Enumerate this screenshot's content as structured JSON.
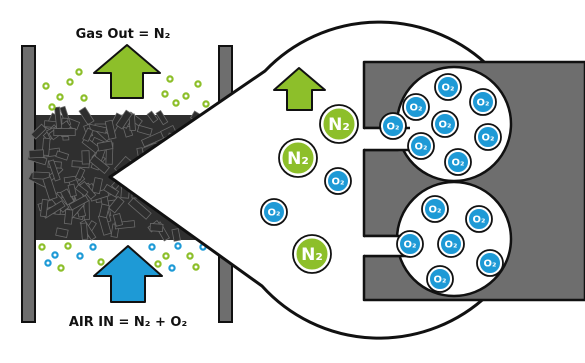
{
  "labels": {
    "gas_out": "Gas Out = N₂",
    "air_in": "AIR IN = N₂ + O₂"
  },
  "molecules": {
    "n2": "N₂",
    "o2": "O₂"
  },
  "colors": {
    "n2_fill": "#8dbf2a",
    "o2_fill": "#1e9ad6",
    "outline": "#111111",
    "column_wall": "#6e6e6e",
    "sieve_body": "#6e6e6e",
    "carbon": "#2e2e2e",
    "background": "#ffffff"
  },
  "icons": {
    "top_arrow": "arrow-up-green-icon",
    "bottom_arrow": "arrow-up-blue-icon",
    "zoom_arrow": "arrow-up-green-icon"
  }
}
